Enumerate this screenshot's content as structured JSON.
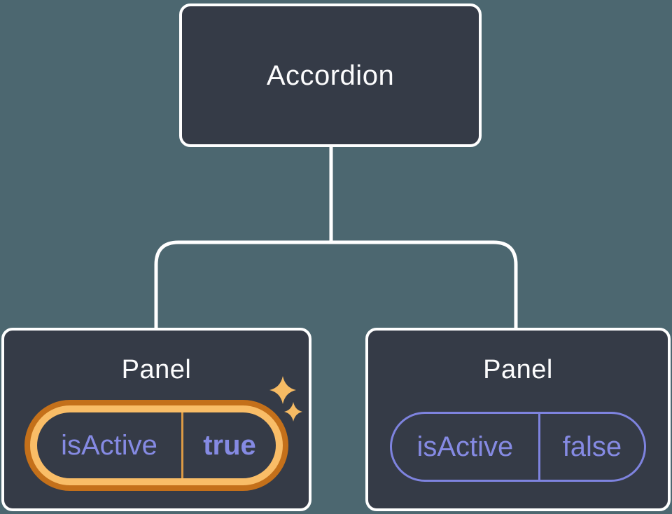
{
  "theme": {
    "bg": "#4c6770",
    "node-fill": "#353b47",
    "node-border": "#ffffff",
    "title-color": "#fcfcfd",
    "purple-text": "#858ae3",
    "purple-border": "#7e83df",
    "gold-light": "#f9bd67",
    "orange-dark": "#c4701a",
    "gold-divider": "#dc9a45",
    "sparkle": "#f6bb64",
    "connector": "#ffffff"
  },
  "tree": {
    "root": {
      "label": "Accordion"
    },
    "children": [
      {
        "label": "Panel",
        "prop_name": "isActive",
        "prop_value": "true",
        "highlighted": true
      },
      {
        "label": "Panel",
        "prop_name": "isActive",
        "prop_value": "false",
        "highlighted": false
      }
    ]
  }
}
